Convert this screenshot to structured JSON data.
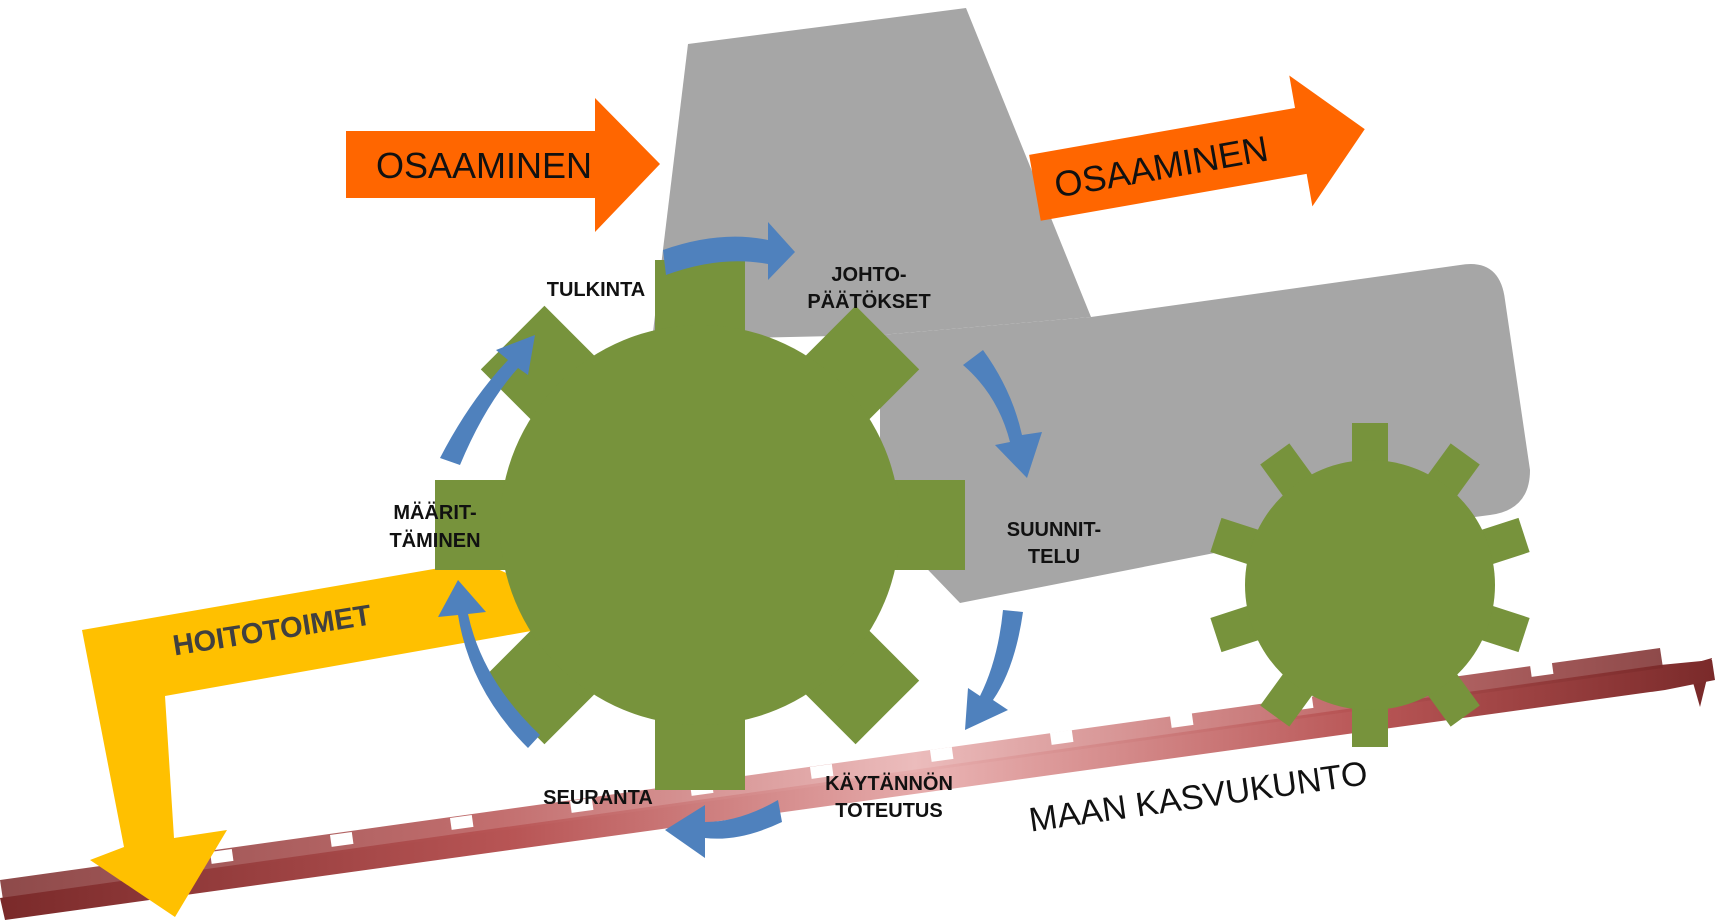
{
  "colors": {
    "tractor_body": "#a6a6a6",
    "gear": "#77933c",
    "cycle_arrow": "#4f81bd",
    "knowledge_arrow": "#ff6600",
    "care_arrow": "#ffc000",
    "soil_bar": "#943634"
  },
  "icons": {
    "tractor": "tractor-silhouette",
    "gears": "gear-shape",
    "cycle": "curved-arrows"
  },
  "knowledge": {
    "left_label": "OSAAMINEN",
    "right_label": "OSAAMINEN"
  },
  "cycle_steps": {
    "tulkinta": "TULKINTA",
    "johto_line1": "JOHTO-",
    "johto_line2": "PÄÄTÖKSET",
    "suunnit_line1": "SUUNNIT-",
    "suunnit_line2": "TELU",
    "kaytannon_line1": "KÄYTÄNNÖN",
    "kaytannon_line2": "TOTEUTUS",
    "seuranta": "SEURANTA",
    "maarit_line1": "MÄÄRIT-",
    "maarit_line2": "TÄMINEN"
  },
  "care": {
    "label": "HOITOTOIMET"
  },
  "soil": {
    "label": "MAAN KASVUKUNTO"
  }
}
